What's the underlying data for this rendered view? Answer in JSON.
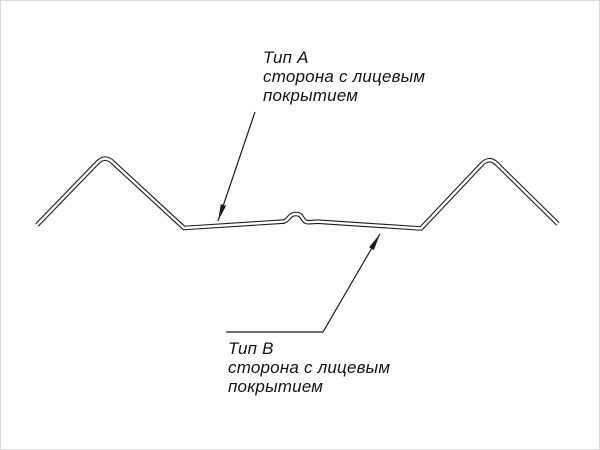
{
  "diagram": {
    "kind": "sheet-profile-cross-section",
    "ink_color": "#1c1c1c",
    "background_color": "#ffffff",
    "labels": {
      "type_a": {
        "title": "Тип А",
        "line1": "сторона с лицевым",
        "line2": "покрытием"
      },
      "type_b": {
        "title": "Тип В",
        "line1": "сторона с лицевым",
        "line2": "покрытием"
      }
    }
  }
}
